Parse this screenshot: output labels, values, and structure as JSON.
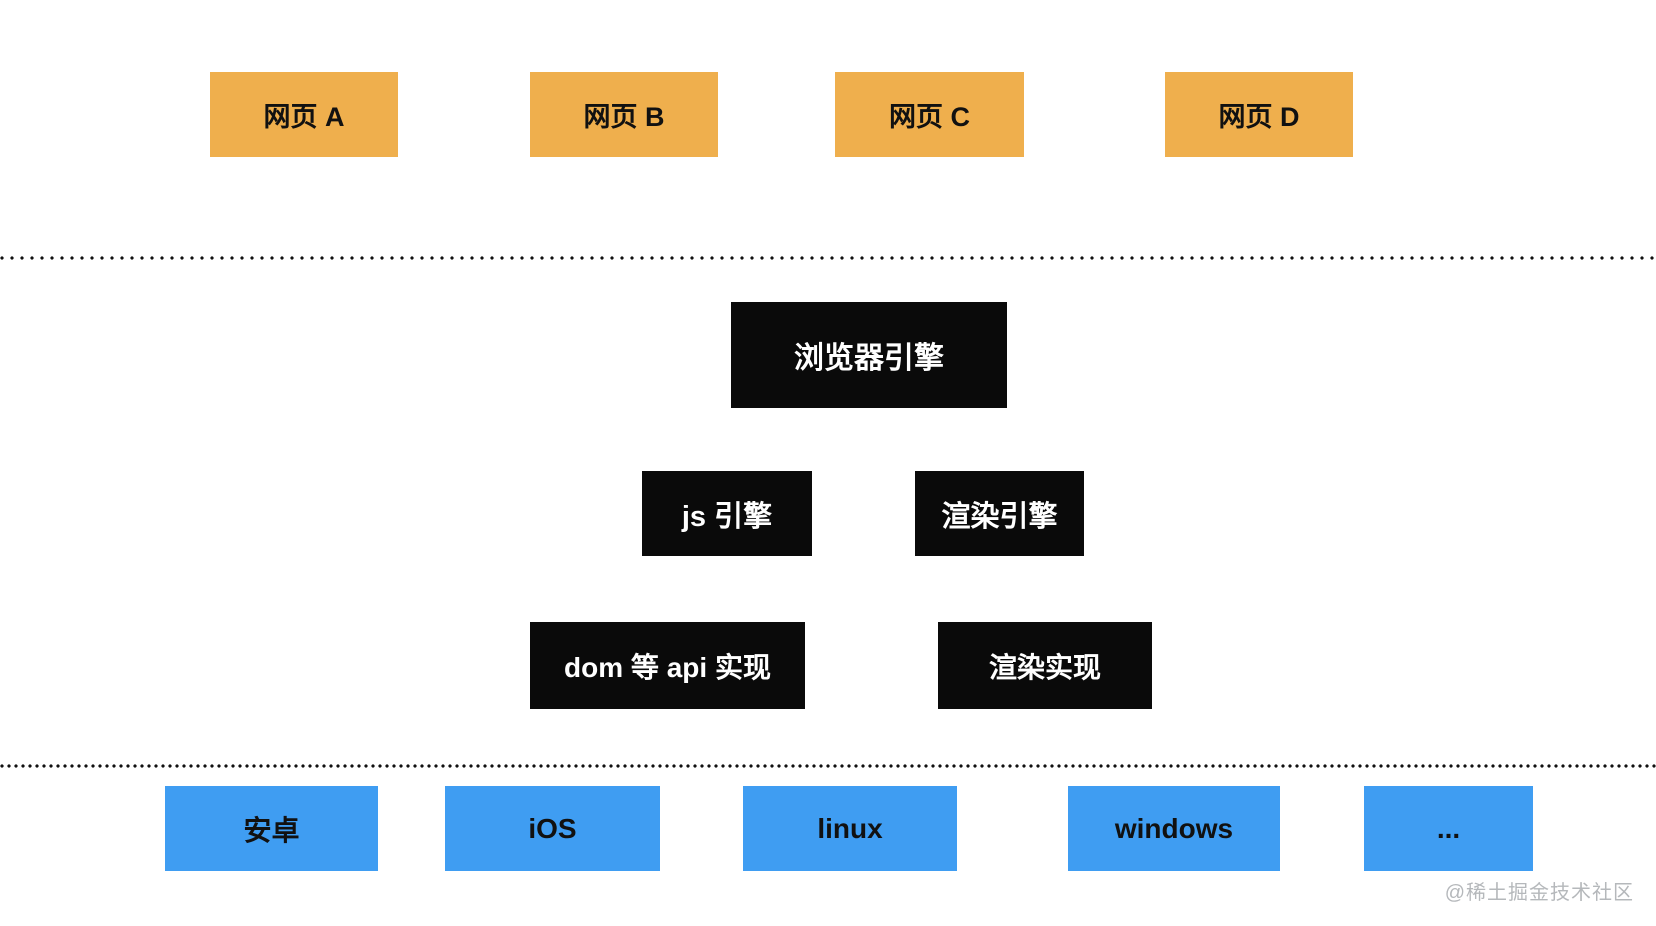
{
  "diagram_title": "browser-architecture-layers",
  "colors": {
    "bg": "#ffffff",
    "web_page": "#EFAF4D",
    "engine": "#0A0A0A",
    "platform": "#3F9DF2",
    "text_dark": "#111111",
    "text_light": "#ffffff",
    "dotted": "#111111",
    "watermark": "#B5B8BB"
  },
  "layers": {
    "web_pages": [
      {
        "label": "网页 A"
      },
      {
        "label": "网页 B"
      },
      {
        "label": "网页 C"
      },
      {
        "label": "网页 D"
      }
    ],
    "browser_engine": {
      "label": "浏览器引擎"
    },
    "engines": [
      {
        "label": "js 引擎"
      },
      {
        "label": "渲染引擎"
      }
    ],
    "implementations": [
      {
        "label": "dom 等 api 实现"
      },
      {
        "label": "渲染实现"
      }
    ],
    "platforms": [
      {
        "label": "安卓"
      },
      {
        "label": "iOS"
      },
      {
        "label": "linux"
      },
      {
        "label": "windows"
      },
      {
        "label": "..."
      }
    ]
  },
  "watermark": "@稀土掘金技术社区"
}
